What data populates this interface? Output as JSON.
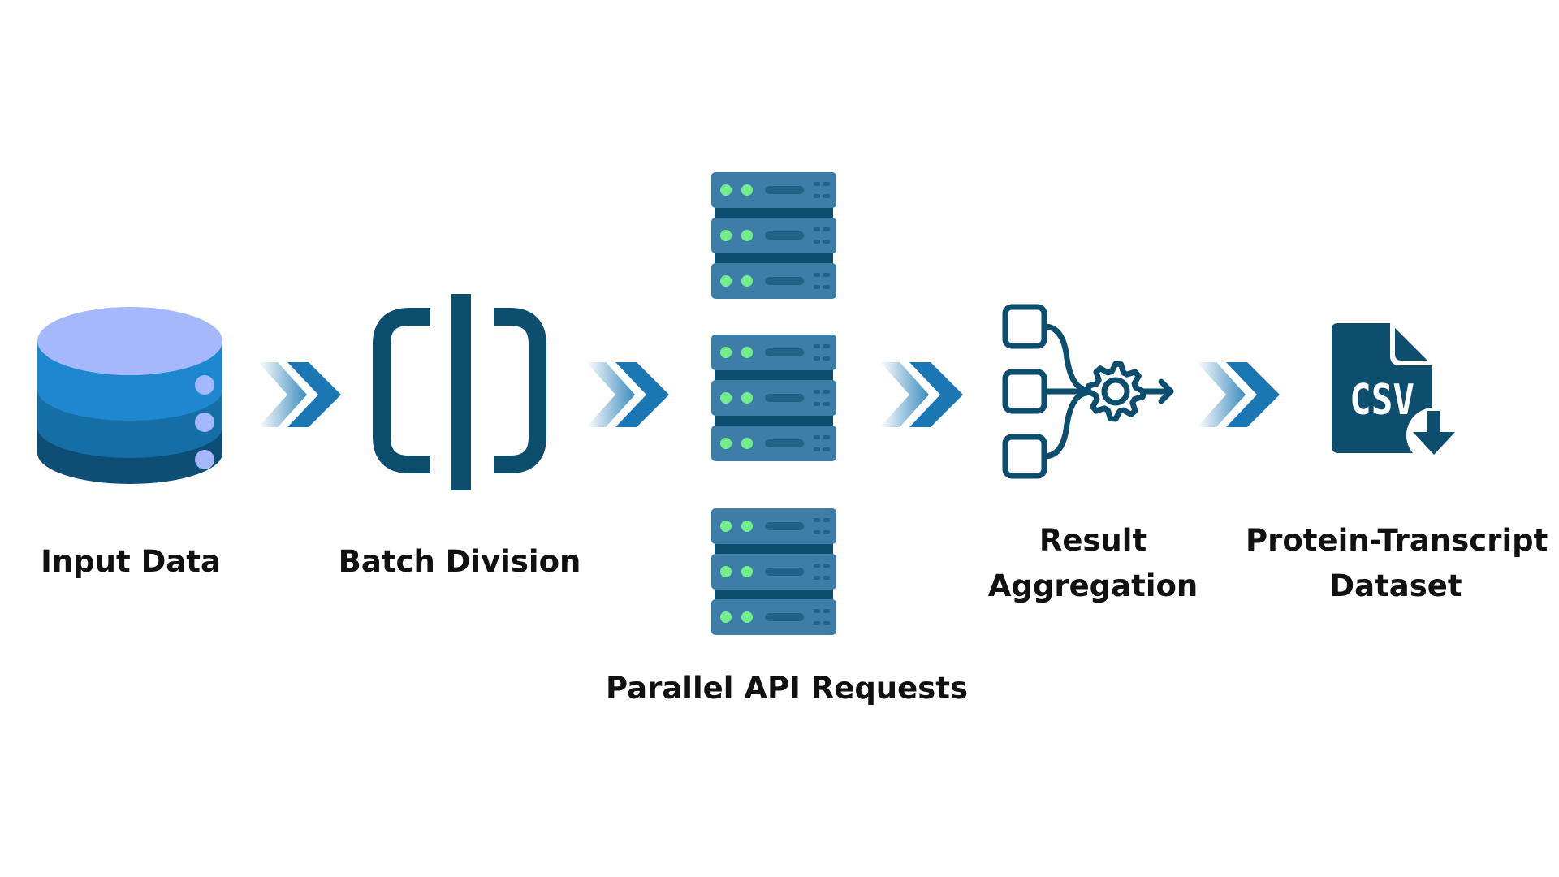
{
  "colors": {
    "db_top": "#A4B8FB",
    "db_band1": "#1D87D0",
    "db_band2": "#166EA6",
    "db_band3": "#0E4E74",
    "db_dot": "#A4B8FB",
    "dark": "#0D4D6E",
    "server_panel": "#3E7DA7",
    "server_led": "#74EE8C",
    "chevron": "#1A77B3"
  },
  "steps": [
    {
      "id": "input",
      "label_lines": [
        "Input Data"
      ],
      "icon": "database-icon"
    },
    {
      "id": "batch",
      "label_lines": [
        "Batch Division"
      ],
      "icon": "split-brackets-icon"
    },
    {
      "id": "parallel",
      "label_lines": [
        "Parallel API Requests"
      ],
      "icon": "server-rack-icon"
    },
    {
      "id": "aggregate",
      "label_lines": [
        "Result",
        "Aggregation"
      ],
      "icon": "aggregation-gear-icon"
    },
    {
      "id": "dataset",
      "label_lines": [
        "Protein-Transcript",
        "Dataset"
      ],
      "icon": "csv-download-icon"
    }
  ],
  "csv_text": "CSV"
}
